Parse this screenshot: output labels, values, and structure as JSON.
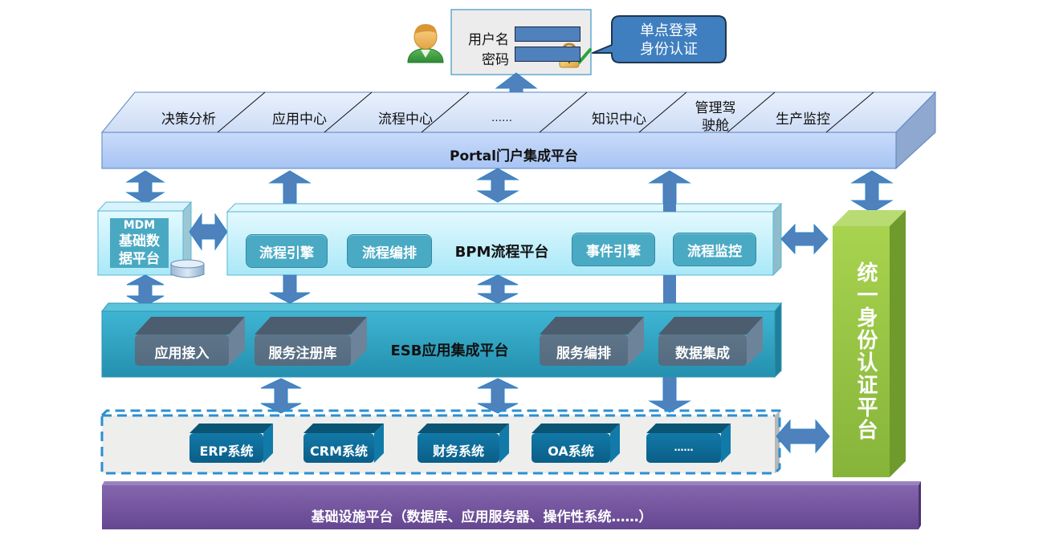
{
  "login": {
    "username_label": "用户名",
    "password_label": "密码",
    "callout_line1": "单点登录",
    "callout_line2": "身份认证"
  },
  "portal": {
    "items": [
      "决策分析",
      "应用中心",
      "流程中心",
      "……",
      "知识中心",
      "管理驾驶舱",
      "生产监控"
    ],
    "cockpit_line1": "管理驾",
    "cockpit_line2": "驶舱",
    "title": "Portal门户集成平台"
  },
  "mdm": {
    "line1": "MDM",
    "line2": "基础数",
    "line3": "据平台"
  },
  "bpm": {
    "title": "BPM流程平台",
    "modules": [
      "流程引擎",
      "流程编排",
      "事件引擎",
      "流程监控"
    ]
  },
  "esb": {
    "title": "ESB应用集成平台",
    "modules": [
      "应用接入",
      "服务注册库",
      "服务编排",
      "数据集成"
    ]
  },
  "systems": {
    "items": [
      "ERP系统",
      "CRM系统",
      "财务系统",
      "OA系统",
      "……"
    ]
  },
  "infra": {
    "title": "基础设施平台（数据库、应用服务器、操作性系统……）"
  },
  "auth": {
    "title": "统一身份认证平台"
  },
  "colors": {
    "arrow": "#4f81bd",
    "portal": "#b7cff5",
    "bpm": "#c6f0fb",
    "esb": "#31a9c8",
    "system_box": "#0f6a96",
    "auth": "#9acb47",
    "infra": "#7556a0"
  }
}
